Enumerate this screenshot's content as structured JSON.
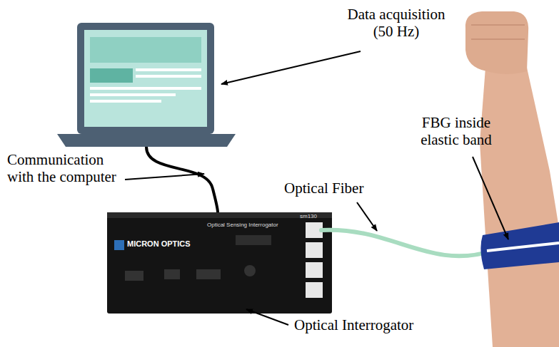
{
  "diagram": {
    "labels": [
      "Data acquisition (50 Hz)",
      "Communication with the computer",
      "Optical Fiber",
      "FBG inside elastic band",
      "Optical Interrogator",
      "MICRON OPTICS",
      "Optical Sensing Interrogator",
      "sm130"
    ]
  }
}
